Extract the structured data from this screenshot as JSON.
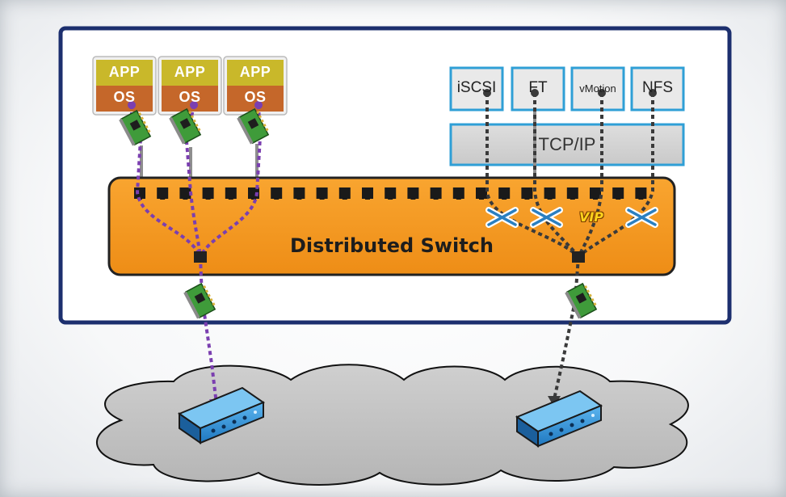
{
  "diagram": {
    "switch_title": "Distributed Switch",
    "stack_label": "TCP/IP",
    "vip_label": "VIP",
    "vms": [
      {
        "app": "APP",
        "os": "OS"
      },
      {
        "app": "APP",
        "os": "OS"
      },
      {
        "app": "APP",
        "os": "OS"
      }
    ],
    "services": [
      "iSCSI",
      "FT",
      "vMotion",
      "NFS"
    ],
    "colors": {
      "switch": "#f59a23",
      "vm_app": "#c9b82a",
      "vm_os": "#c5672a",
      "service_border": "#2f9fd6",
      "vm_links": "#7b3fb0",
      "vmk_links": "#3a3a3a",
      "physical_switch": "#2f8fd0",
      "host_frame": "#1c2f6e"
    }
  }
}
